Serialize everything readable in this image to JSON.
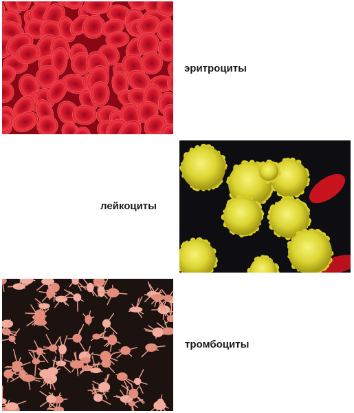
{
  "panels": [
    {
      "label": "эритроциты"
    },
    {
      "label": "лейкоциты"
    },
    {
      "label": "тромбоциты"
    }
  ],
  "colors": {
    "erythrocyte": "#d8122a",
    "leukocyte": "#e2df3a",
    "platelet": "#f0a595",
    "background_dark": "#111111"
  }
}
